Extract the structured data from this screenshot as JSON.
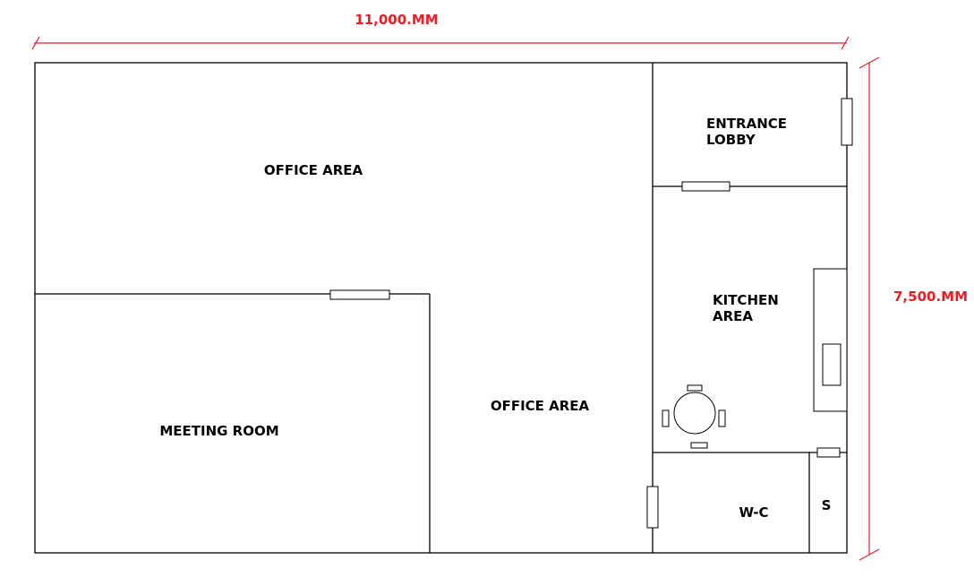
{
  "dimensions": {
    "width_label": "11,000.MM",
    "height_label": "7,500.MM",
    "color": "#ee1c25"
  },
  "rooms": {
    "office_area_top": "OFFICE AREA",
    "office_area_center": "OFFICE AREA",
    "meeting_room": "MEETING ROOM",
    "entrance_lobby_line1": "ENTRANCE",
    "entrance_lobby_line2": "LOBBY",
    "kitchen_line1": "KITCHEN",
    "kitchen_line2": "AREA",
    "wc": "W-C",
    "store": "S"
  }
}
